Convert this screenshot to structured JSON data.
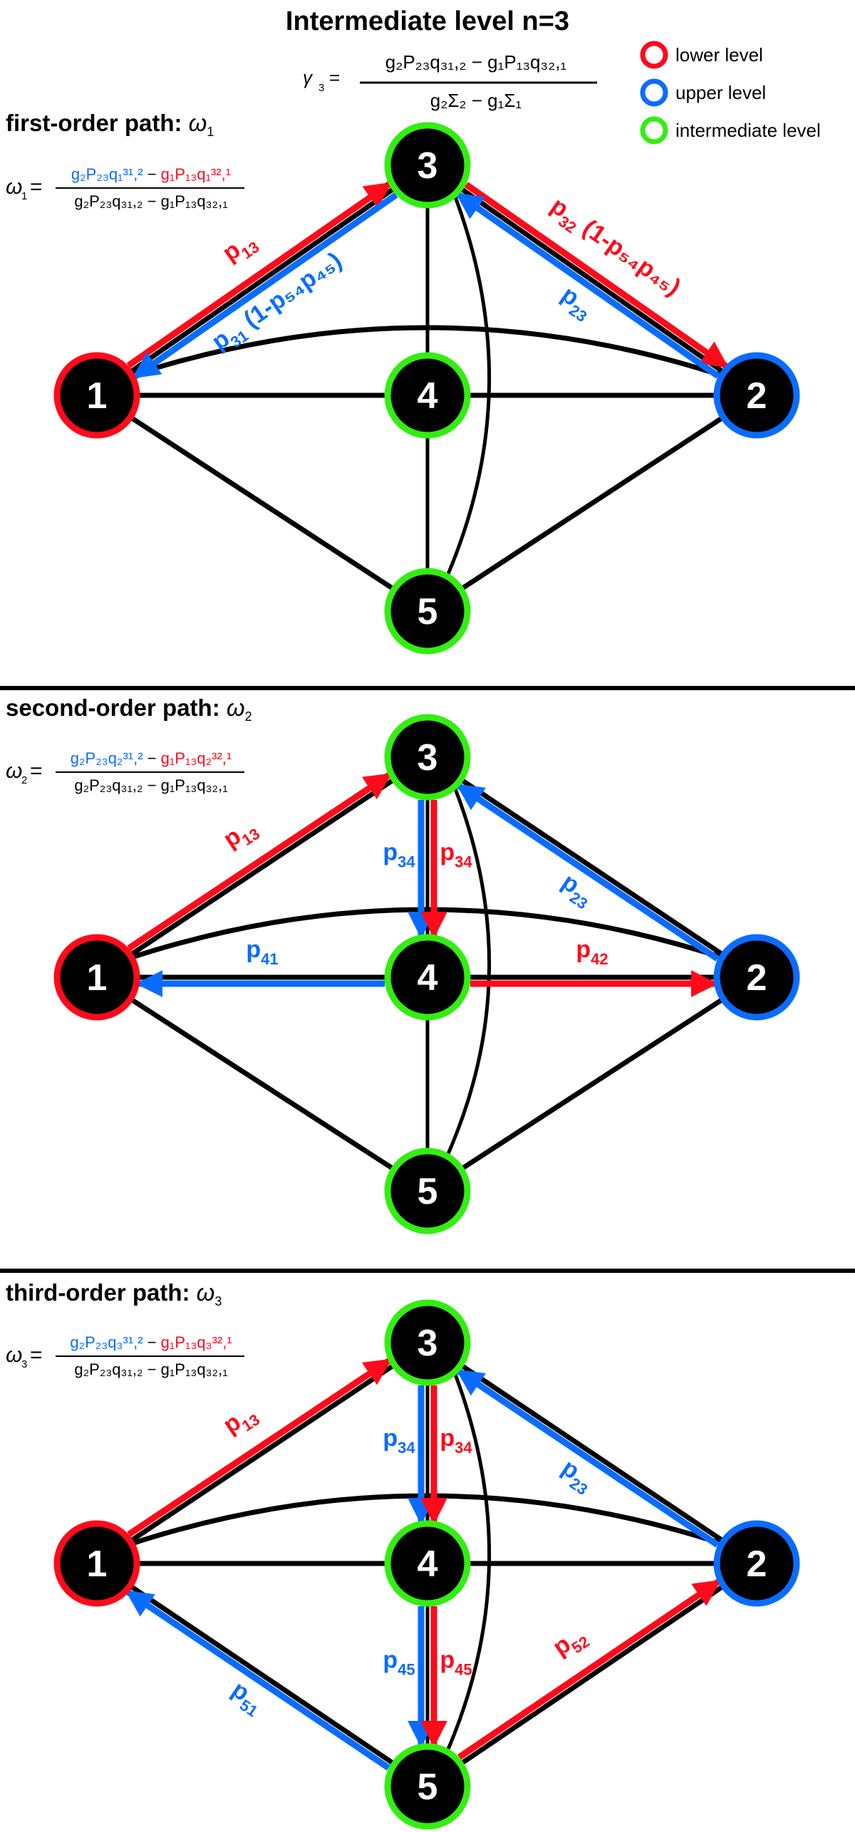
{
  "title": "Intermediate level n=3",
  "colors": {
    "lower": "#ff0a1a",
    "upper": "#0a6cff",
    "intermediate": "#33ee11",
    "edge": "#000000",
    "node_fill": "#000000",
    "node_text": "#ffffff"
  },
  "gamma_formula": {
    "lhs": "γ",
    "lhs_sub": "3",
    "numerator": "g₂P₂₃q₃₁,₂ − g₁P₁₃q₃₂,₁",
    "denominator": "g₂Σ₂ − g₁Σ₁"
  },
  "legend": [
    {
      "level": "lower",
      "label": "lower level"
    },
    {
      "level": "upper",
      "label": "upper level"
    },
    {
      "level": "intermediate",
      "label": "intermediate level"
    }
  ],
  "nodes": [
    {
      "id": "1",
      "level": "lower"
    },
    {
      "id": "2",
      "level": "upper"
    },
    {
      "id": "3",
      "level": "intermediate"
    },
    {
      "id": "4",
      "level": "intermediate"
    },
    {
      "id": "5",
      "level": "intermediate"
    }
  ],
  "base_edges": [
    [
      "1",
      "3"
    ],
    [
      "3",
      "2"
    ],
    [
      "1",
      "4"
    ],
    [
      "4",
      "2"
    ],
    [
      "1",
      "5"
    ],
    [
      "5",
      "2"
    ],
    [
      "3",
      "4"
    ],
    [
      "4",
      "5"
    ],
    [
      "1",
      "2"
    ],
    [
      "3",
      "5"
    ]
  ],
  "panels": [
    {
      "heading": "first-order path:",
      "omega": "ω",
      "omega_sub": "1",
      "formula": {
        "num_blue": "g₂P₂₃q₁³¹,²",
        "minus": " − ",
        "num_red": "g₁P₁₃q₁³²,¹",
        "denominator": "g₂P₂₃q₃₁,₂ − g₁P₁₃q₃₂,₁"
      },
      "paths": [
        {
          "from": "1",
          "to": "3",
          "color": "lower",
          "label": "p",
          "label_sub": "13",
          "label_rest": ""
        },
        {
          "from": "3",
          "to": "1",
          "color": "upper",
          "label": "p",
          "label_sub": "31",
          "label_rest": "(1-p₅₄p₄₅)"
        },
        {
          "from": "3",
          "to": "2",
          "color": "lower",
          "label": "p",
          "label_sub": "32",
          "label_rest": "(1-p₅₄p₄₅)"
        },
        {
          "from": "2",
          "to": "3",
          "color": "upper",
          "label": "p",
          "label_sub": "23",
          "label_rest": ""
        }
      ]
    },
    {
      "heading": "second-order path:",
      "omega": "ω",
      "omega_sub": "2",
      "formula": {
        "num_blue": "g₂P₂₃q₂³¹,²",
        "minus": " − ",
        "num_red": "g₁P₁₃q₂³²,¹",
        "denominator": "g₂P₂₃q₃₁,₂ − g₁P₁₃q₃₂,₁"
      },
      "paths": [
        {
          "from": "1",
          "to": "3",
          "color": "lower",
          "label": "p",
          "label_sub": "13",
          "label_rest": ""
        },
        {
          "from": "2",
          "to": "3",
          "color": "upper",
          "label": "p",
          "label_sub": "23",
          "label_rest": ""
        },
        {
          "from": "3",
          "to": "4",
          "color": "upper",
          "label": "p",
          "label_sub": "34",
          "label_rest": ""
        },
        {
          "from": "3",
          "to": "4",
          "color": "lower",
          "label": "p",
          "label_sub": "34",
          "label_rest": ""
        },
        {
          "from": "4",
          "to": "1",
          "color": "upper",
          "label": "p",
          "label_sub": "41",
          "label_rest": ""
        },
        {
          "from": "4",
          "to": "2",
          "color": "lower",
          "label": "p",
          "label_sub": "42",
          "label_rest": ""
        }
      ]
    },
    {
      "heading": "third-order path:",
      "omega": "ω",
      "omega_sub": "3",
      "formula": {
        "num_blue": "g₂P₂₃q₃³¹,²",
        "minus": " − ",
        "num_red": "g₁P₁₃q₃³²,¹",
        "denominator": "g₂P₂₃q₃₁,₂ − g₁P₁₃q₃₂,₁"
      },
      "paths": [
        {
          "from": "1",
          "to": "3",
          "color": "lower",
          "label": "p",
          "label_sub": "13",
          "label_rest": ""
        },
        {
          "from": "2",
          "to": "3",
          "color": "upper",
          "label": "p",
          "label_sub": "23",
          "label_rest": ""
        },
        {
          "from": "3",
          "to": "4",
          "color": "upper",
          "label": "p",
          "label_sub": "34",
          "label_rest": ""
        },
        {
          "from": "3",
          "to": "4",
          "color": "lower",
          "label": "p",
          "label_sub": "34",
          "label_rest": ""
        },
        {
          "from": "4",
          "to": "5",
          "color": "upper",
          "label": "p",
          "label_sub": "45",
          "label_rest": ""
        },
        {
          "from": "4",
          "to": "5",
          "color": "lower",
          "label": "p",
          "label_sub": "45",
          "label_rest": ""
        },
        {
          "from": "5",
          "to": "1",
          "color": "upper",
          "label": "p",
          "label_sub": "51",
          "label_rest": ""
        },
        {
          "from": "5",
          "to": "2",
          "color": "lower",
          "label": "p",
          "label_sub": "52",
          "label_rest": ""
        }
      ]
    }
  ]
}
